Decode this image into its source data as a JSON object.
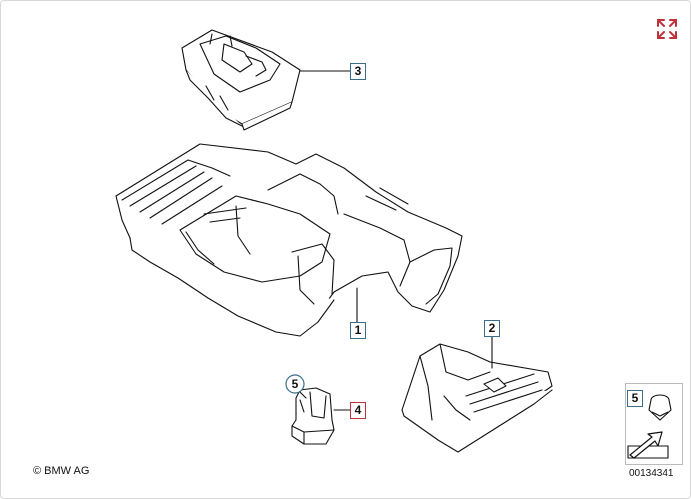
{
  "diagram": {
    "callouts": [
      {
        "id": "1",
        "label": "1"
      },
      {
        "id": "2",
        "label": "2"
      },
      {
        "id": "3",
        "label": "3"
      },
      {
        "id": "4",
        "label": "4"
      },
      {
        "id": "5",
        "label": "5"
      }
    ],
    "legend_part_number": "5",
    "copyright": "© BMW AG",
    "document_number": "00134341"
  },
  "toolbar": {
    "expand_icon": "expand-arrows-icon"
  },
  "colors": {
    "callout_border": "#3a6d8c",
    "active_callout_border": "#c0303a",
    "expand_icon": "#c0303a",
    "line": "#111111"
  }
}
